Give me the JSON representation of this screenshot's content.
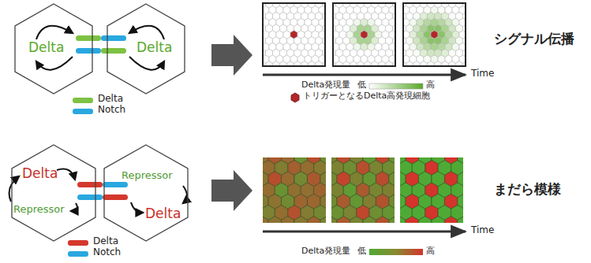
{
  "diagram": {
    "nodes": [
      {
        "text": [
          "Delta"
        ]
      },
      {
        "text": [
          "Delta"
        ]
      },
      {
        "text": [
          "Delta",
          "Repressor"
        ]
      },
      {
        "text": [
          "Repressor",
          "Delta"
        ]
      }
    ],
    "labels": [
      "シグナル伝播",
      "Time",
      "Delta発現量",
      "低",
      "高",
      "トリガーとなるDelta高発現細胞",
      "まだら模様",
      "Time",
      "Delta発現量",
      "低",
      "高"
    ],
    "legend": [
      {
        "text": "Delta",
        "color": "#7dc242"
      },
      {
        "text": "Notch",
        "color": "#29a8e0"
      },
      {
        "text": "Delta",
        "color": "#d4382c"
      },
      {
        "text": "Notch",
        "color": "#29a8e0"
      }
    ]
  }
}
